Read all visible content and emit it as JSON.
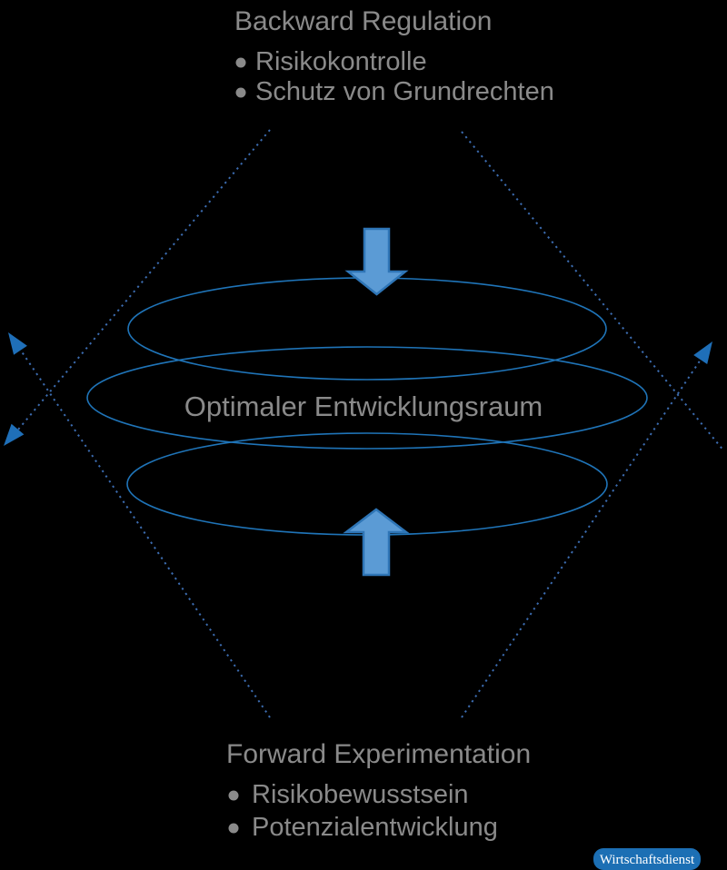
{
  "diagram": {
    "top_block": {
      "title": "Backward Regulation",
      "bullets": [
        "Risikokontrolle",
        "Schutz von Grundrechten"
      ]
    },
    "center_label": "Optimaler Entwicklungsraum",
    "bottom_block": {
      "title": "Forward Experimentation",
      "bullets": [
        "Risikobewusstsein",
        "Potenzialentwicklung"
      ]
    },
    "badge": "Wirtschaftsdienst"
  },
  "colors": {
    "background": "#000000",
    "text": "#8a8a8a",
    "ellipse_stroke": "#1f74b8",
    "dotted_line": "#3c6cb0",
    "arrowhead": "#1f6fb8",
    "block_arrow_fill": "#5b9bd5",
    "block_arrow_stroke": "#2e75b6",
    "badge_fill": "#1c6fb4",
    "badge_text": "#ffffff"
  }
}
